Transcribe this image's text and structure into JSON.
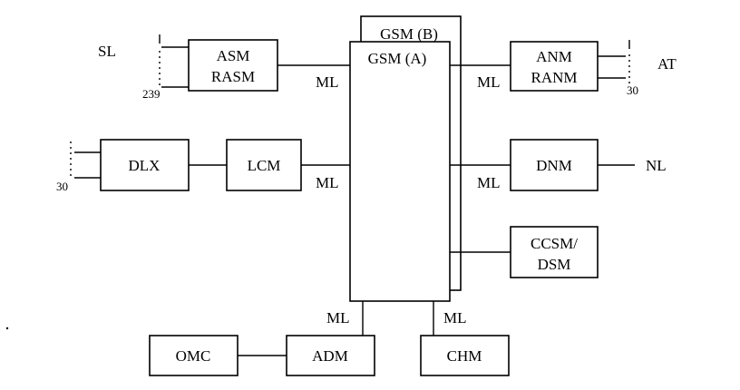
{
  "diagram": {
    "blocks": {
      "gsm_b": "GSM (B)",
      "gsm_a": "GSM (A)",
      "asm_line1": "ASM",
      "asm_line2": "RASM",
      "anm_line1": "ANM",
      "anm_line2": "RANM",
      "dlx": "DLX",
      "lcm": "LCM",
      "dnm": "DNM",
      "ccsm_line1": "CCSM/",
      "ccsm_line2": "DSM",
      "omc": "OMC",
      "adm": "ADM",
      "chm": "CHM"
    },
    "labels": {
      "sl": "SL",
      "sl_count": "239",
      "at": "AT",
      "at_count": "30",
      "dlx_count": "30",
      "nl": "NL",
      "ml": "ML"
    }
  }
}
